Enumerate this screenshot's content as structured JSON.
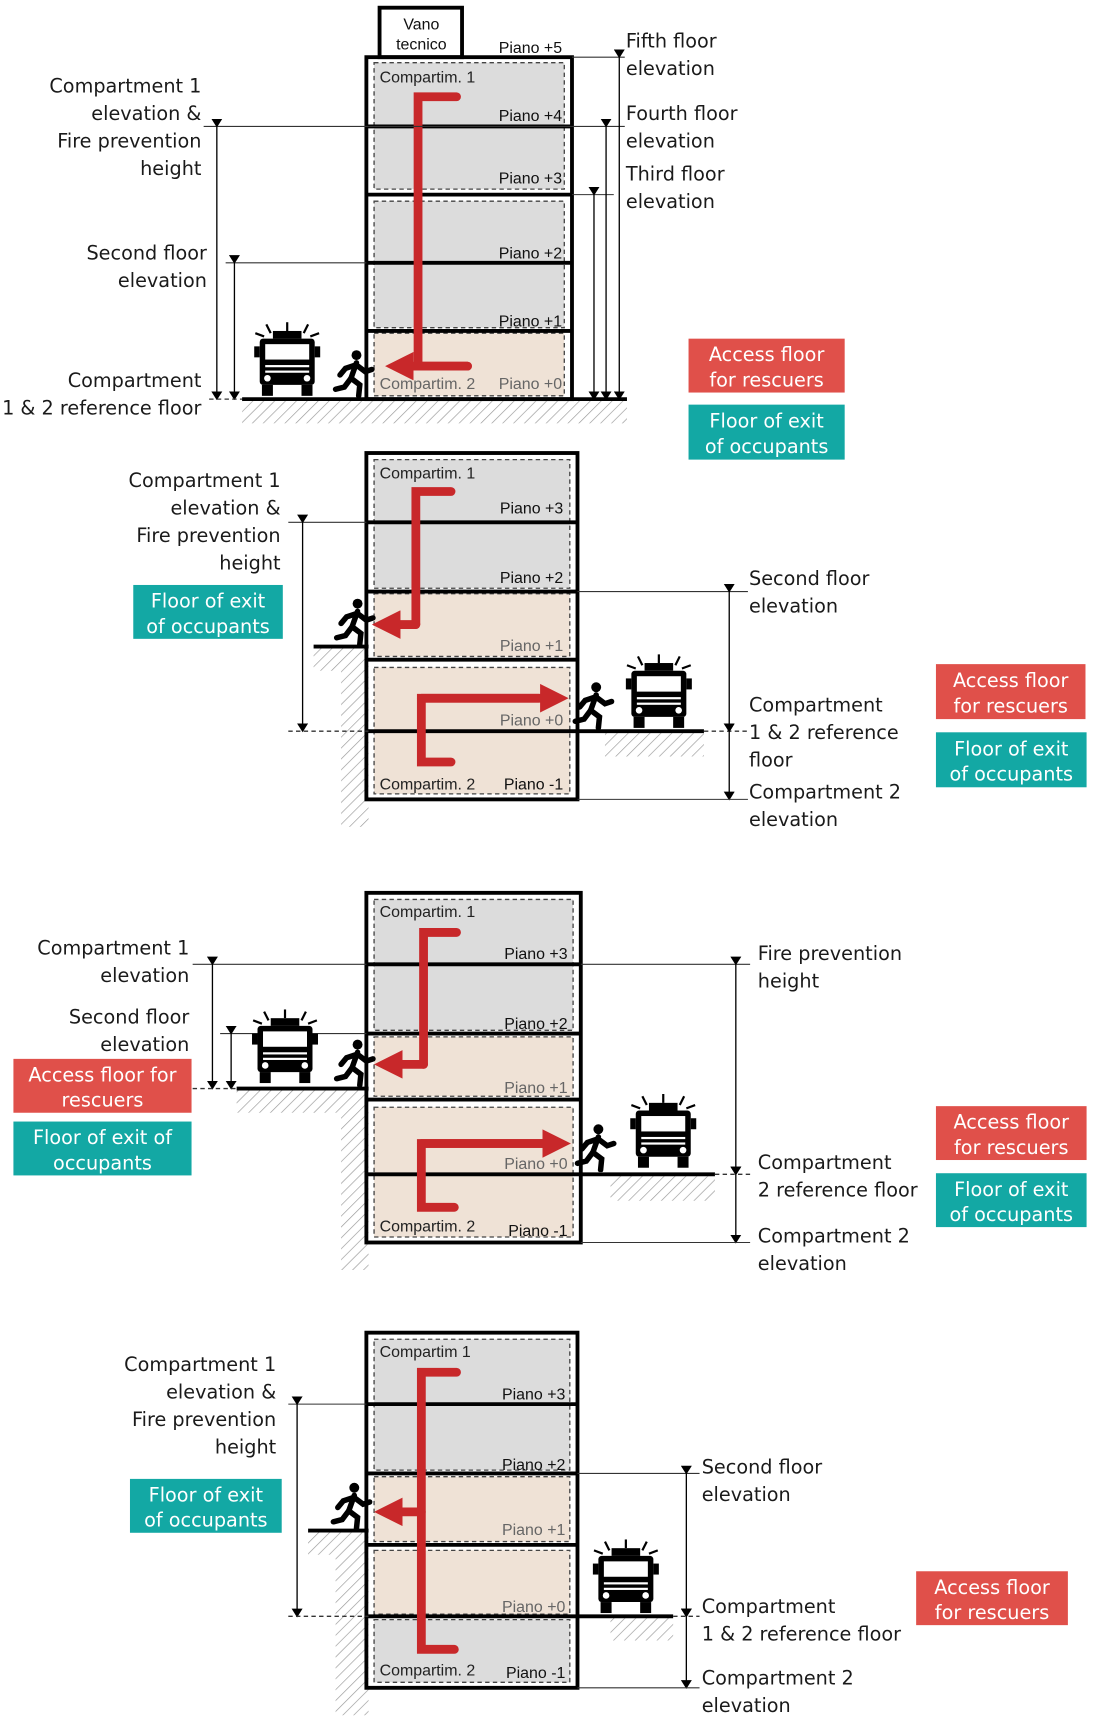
{
  "colors": {
    "access_badge": "#e0504a",
    "exit_badge": "#13a8a4",
    "route_arrow": "#c8282a",
    "compartment_upper": "#dcdcdc",
    "compartment_lower": "#efe2d6"
  },
  "panels": [
    {
      "tech_room": [
        "Vano",
        "tecnico"
      ],
      "compartments": [
        "Compartim. 1",
        "Compartim. 2"
      ],
      "floors": [
        "Piano +5",
        "Piano +4",
        "Piano +3",
        "Piano +2",
        "Piano +1",
        "Piano +0"
      ],
      "labels": {
        "comp1": [
          "Compartment 1",
          "elevation &",
          "Fire prevention",
          "height"
        ],
        "second": [
          "Second floor",
          "elevation"
        ],
        "reference": [
          "Compartment",
          "1 & 2 reference floor"
        ],
        "fifth": [
          "Fifth floor",
          "elevation"
        ],
        "fourth": [
          "Fourth floor",
          "elevation"
        ],
        "third": [
          "Third floor",
          "elevation"
        ]
      },
      "badges": {
        "access": [
          "Access floor",
          "for rescuers"
        ],
        "exit": [
          "Floor of exit",
          "of occupants"
        ]
      }
    },
    {
      "compartments": [
        "Compartim. 1",
        "Compartim. 2"
      ],
      "floors": [
        "Piano +3",
        "Piano +2",
        "Piano +1",
        "Piano +0",
        "Piano -1"
      ],
      "labels": {
        "comp1": [
          "Compartment 1",
          "elevation &",
          "Fire prevention",
          "height"
        ],
        "second": [
          "Second floor",
          "elevation"
        ],
        "reference": [
          "Compartment",
          "1 & 2 reference",
          "floor"
        ],
        "comp2": [
          "Compartment 2",
          "elevation"
        ]
      },
      "badges": {
        "exit_left": [
          "Floor of exit",
          "of occupants"
        ],
        "access": [
          "Access floor",
          "for rescuers"
        ],
        "exit": [
          "Floor of exit",
          "of occupants"
        ]
      }
    },
    {
      "compartments": [
        "Compartim. 1",
        "Compartim. 2"
      ],
      "floors": [
        "Piano +3",
        "Piano +2",
        "Piano +1",
        "Piano +0",
        "Piano -1"
      ],
      "labels": {
        "comp1": [
          "Compartment 1",
          "elevation"
        ],
        "second": [
          "Second floor",
          "elevation"
        ],
        "fire": [
          "Fire prevention",
          "height"
        ],
        "reference": [
          "Compartment",
          "2 reference floor"
        ],
        "comp2": [
          "Compartment 2",
          "elevation"
        ]
      },
      "badges": {
        "access_left": [
          "Access floor for",
          "rescuers"
        ],
        "exit_left": [
          "Floor of exit of",
          "occupants"
        ],
        "access": [
          "Access floor",
          "for rescuers"
        ],
        "exit": [
          "Floor of exit",
          "of occupants"
        ]
      }
    },
    {
      "compartments": [
        "Compartim 1",
        "Compartim. 2"
      ],
      "floors": [
        "Piano +3",
        "Piano +2",
        "Piano +1",
        "Piano +0",
        "Piano -1"
      ],
      "labels": {
        "comp1": [
          "Compartment 1",
          "elevation &",
          "Fire prevention",
          "height"
        ],
        "second": [
          "Second floor",
          "elevation"
        ],
        "reference": [
          "Compartment",
          "1 & 2 reference floor"
        ],
        "comp2": [
          "Compartment 2",
          "elevation"
        ]
      },
      "badges": {
        "exit_left": [
          "Floor of exit",
          "of occupants"
        ],
        "access": [
          "Access floor",
          "for rescuers"
        ]
      }
    }
  ]
}
